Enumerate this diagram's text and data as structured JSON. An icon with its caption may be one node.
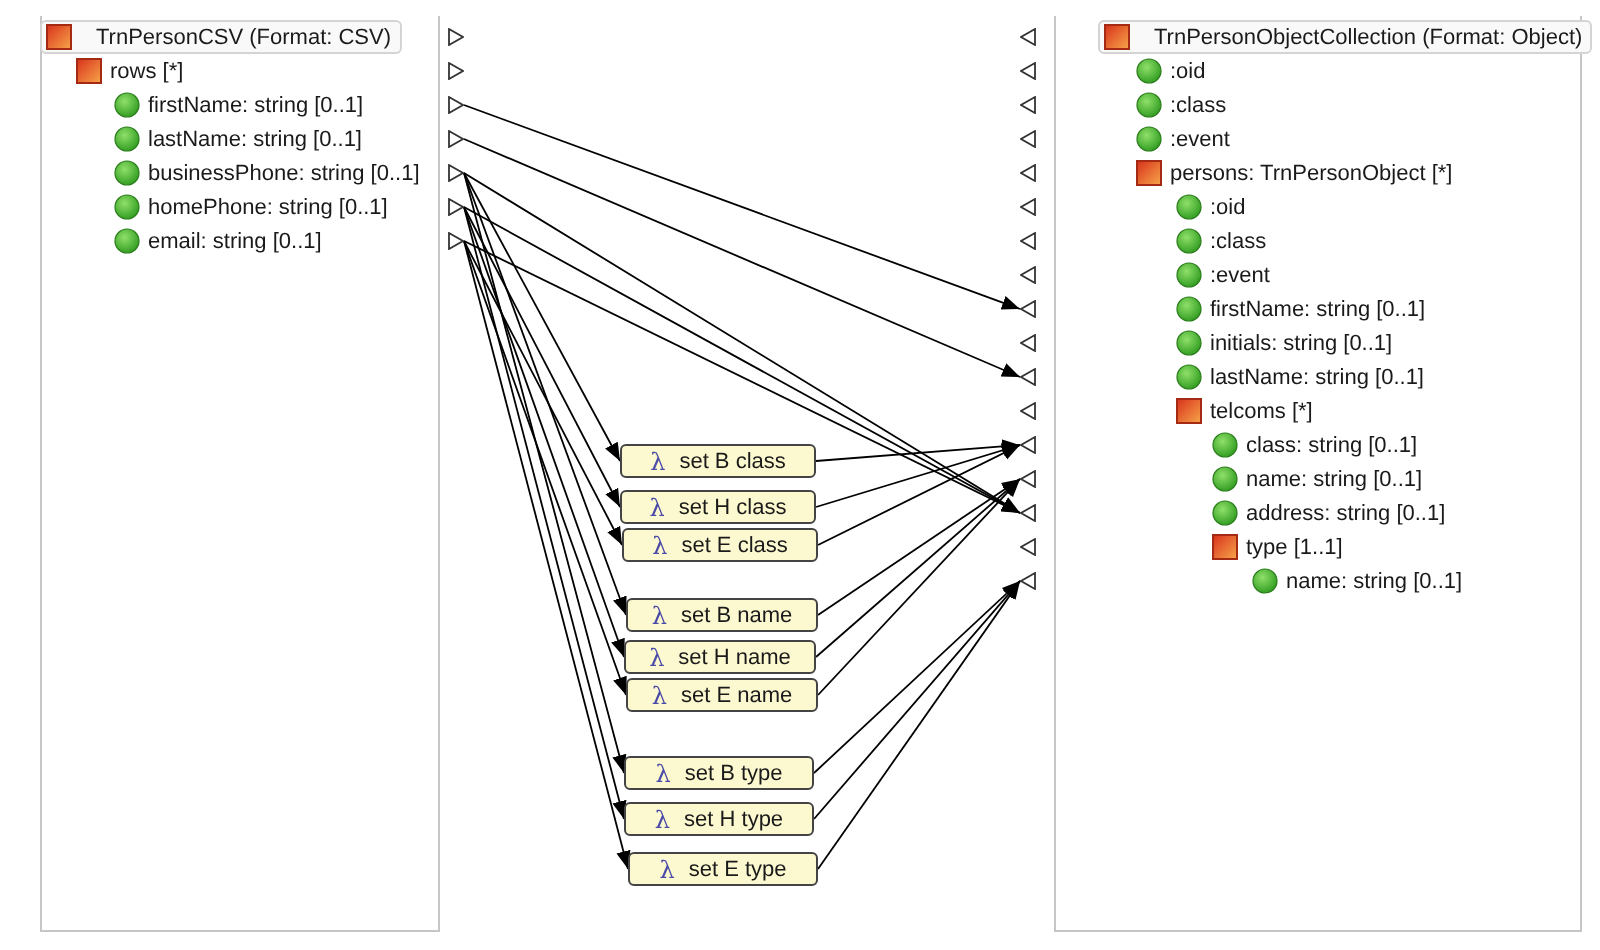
{
  "diagram": {
    "nodes": [
      {
        "text": [
          "TrnPersonCSV (Format: CSV)"
        ]
      },
      {
        "text": [
          "rows [*]"
        ]
      },
      {
        "text": [
          "firstName: string [0..1]"
        ]
      },
      {
        "text": [
          "lastName: string [0..1]"
        ]
      },
      {
        "text": [
          "businessPhone: string [0..1]"
        ]
      },
      {
        "text": [
          "homePhone: string [0..1]"
        ]
      },
      {
        "text": [
          "email: string [0..1]"
        ]
      },
      {
        "text": [
          "TrnPersonObjectCollection (Format: Object)"
        ]
      },
      {
        "text": [
          ":oid"
        ]
      },
      {
        "text": [
          ":class"
        ]
      },
      {
        "text": [
          ":event"
        ]
      },
      {
        "text": [
          "persons: TrnPersonObject [*]"
        ]
      },
      {
        "text": [
          ":oid"
        ]
      },
      {
        "text": [
          ":class"
        ]
      },
      {
        "text": [
          ":event"
        ]
      },
      {
        "text": [
          "firstName: string [0..1]"
        ]
      },
      {
        "text": [
          "initials: string [0..1]"
        ]
      },
      {
        "text": [
          "lastName: string [0..1]"
        ]
      },
      {
        "text": [
          "telcoms [*]"
        ]
      },
      {
        "text": [
          "class: string [0..1]"
        ]
      },
      {
        "text": [
          "name: string [0..1]"
        ]
      },
      {
        "text": [
          "address: string [0..1]"
        ]
      },
      {
        "text": [
          "type [1..1]"
        ]
      },
      {
        "text": [
          "name: string [0..1]"
        ]
      },
      {
        "text": [
          "λ",
          "set B class"
        ]
      },
      {
        "text": [
          "λ",
          "set H class"
        ]
      },
      {
        "text": [
          "λ",
          "set E class"
        ]
      },
      {
        "text": [
          "λ",
          "set B name"
        ]
      },
      {
        "text": [
          "λ",
          "set H name"
        ]
      },
      {
        "text": [
          "λ",
          "set E name"
        ]
      },
      {
        "text": [
          "λ",
          "set B type"
        ]
      },
      {
        "text": [
          "λ",
          "set H type"
        ]
      },
      {
        "text": [
          "λ",
          "set E type"
        ]
      }
    ],
    "edges": [
      {
        "from": 2,
        "to": 15,
        "arrow": "to"
      },
      {
        "from": 3,
        "to": 17,
        "arrow": "to"
      },
      {
        "from": 4,
        "to": 21,
        "arrow": "to"
      },
      {
        "from": 5,
        "to": 21,
        "arrow": "to"
      },
      {
        "from": 6,
        "to": 21,
        "arrow": "to"
      },
      {
        "from": 4,
        "to": 24,
        "arrow": "to"
      },
      {
        "from": 4,
        "to": 27,
        "arrow": "to"
      },
      {
        "from": 4,
        "to": 30,
        "arrow": "to"
      },
      {
        "from": 5,
        "to": 25,
        "arrow": "to"
      },
      {
        "from": 5,
        "to": 28,
        "arrow": "to"
      },
      {
        "from": 5,
        "to": 31,
        "arrow": "to"
      },
      {
        "from": 6,
        "to": 26,
        "arrow": "to"
      },
      {
        "from": 6,
        "to": 29,
        "arrow": "to"
      },
      {
        "from": 6,
        "to": 32,
        "arrow": "to"
      },
      {
        "from": 24,
        "to": 19,
        "arrow": "to"
      },
      {
        "from": 25,
        "to": 19,
        "arrow": "to"
      },
      {
        "from": 26,
        "to": 19,
        "arrow": "to"
      },
      {
        "from": 27,
        "to": 20,
        "arrow": "to"
      },
      {
        "from": 28,
        "to": 20,
        "arrow": "to"
      },
      {
        "from": 29,
        "to": 20,
        "arrow": "to"
      },
      {
        "from": 30,
        "to": 23,
        "arrow": "to"
      },
      {
        "from": 31,
        "to": 23,
        "arrow": "to"
      },
      {
        "from": 32,
        "to": 23,
        "arrow": "to"
      }
    ]
  }
}
